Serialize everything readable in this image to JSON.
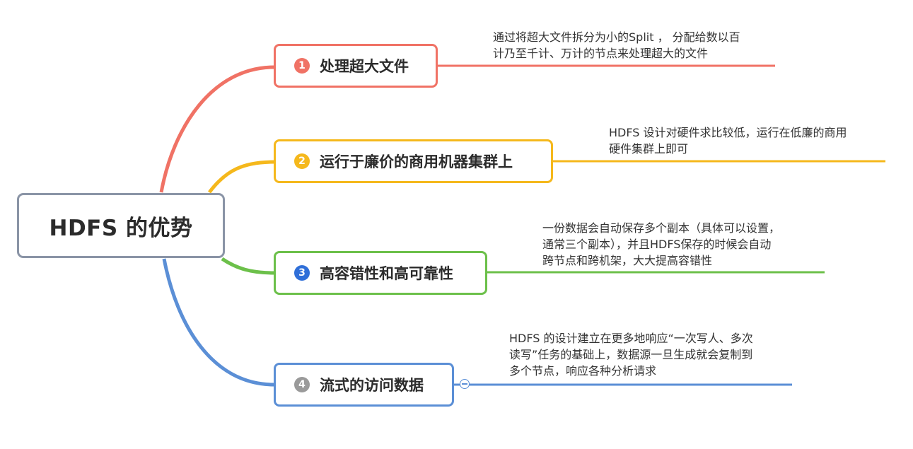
{
  "colors": {
    "branch1": "#f07265",
    "branch2": "#f5b81c",
    "branch3": "#6cc04a",
    "branch4": "#5b8fd6",
    "root_border": "#8a94a6",
    "num4": "#9a9a9a"
  },
  "root": {
    "label": "HDFS 的优势"
  },
  "branches": [
    {
      "number": "1",
      "label": "处理超大文件",
      "note": [
        "通过将超大文件拆分为小的Split ， 分配给数以百",
        "计乃至千计、万计的节点来处理超大的文件"
      ]
    },
    {
      "number": "2",
      "label": "运行于廉价的商用机器集群上",
      "note": [
        "HDFS 设计对硬件求比较低，运行在低廉的商用",
        "硬件集群上即可"
      ]
    },
    {
      "number": "3",
      "label": "高容错性和高可靠性",
      "note": [
        "一份数据会自动保存多个副本（具体可以设置，",
        "通常三个副本），并且HDFS保存的时候会自动",
        "跨节点和跨机架，大大提高容错性"
      ]
    },
    {
      "number": "4",
      "label": "流式的访问数据",
      "note": [
        "HDFS 的设计建立在更多地响应“一次写人、多次",
        "读写”任务的基础上，数据源一旦生成就会复制到",
        "多个节点，响应各种分析请求"
      ]
    }
  ]
}
